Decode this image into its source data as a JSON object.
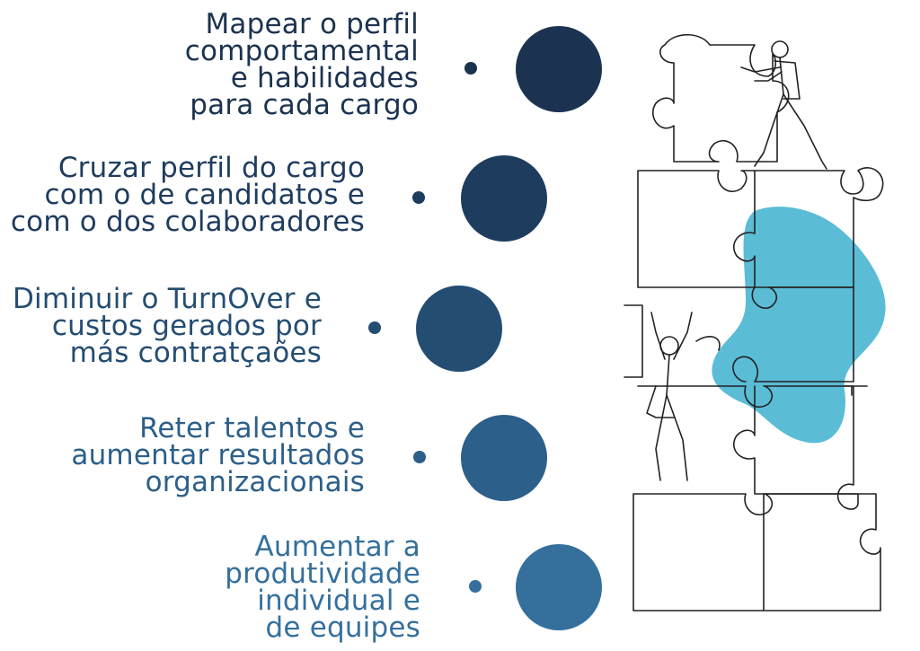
{
  "items": [
    {
      "text": "Mapear o perfil\ncomportamental\ne habilidades\npara cada cargo",
      "color": "#1b3350"
    },
    {
      "text": "Cruzar perfil do cargo\ncom o de candidatos e\ncom o dos colaboradores",
      "color": "#1e3c5e"
    },
    {
      "text": "Diminuir o TurnOver e\ncustos gerados por\nmás contratçaões",
      "color": "#244d72"
    },
    {
      "text": "Reter talentos e\naumentar resultados\norganizacionais",
      "color": "#2c5f89"
    },
    {
      "text": "Aumentar a\nprodutividade\nindividual e\nde equipes",
      "color": "#35709d"
    }
  ],
  "illustration": {
    "icon": "puzzle-climbers-illustration",
    "accent_color": "#5bbcd6",
    "line_color": "#222222"
  }
}
